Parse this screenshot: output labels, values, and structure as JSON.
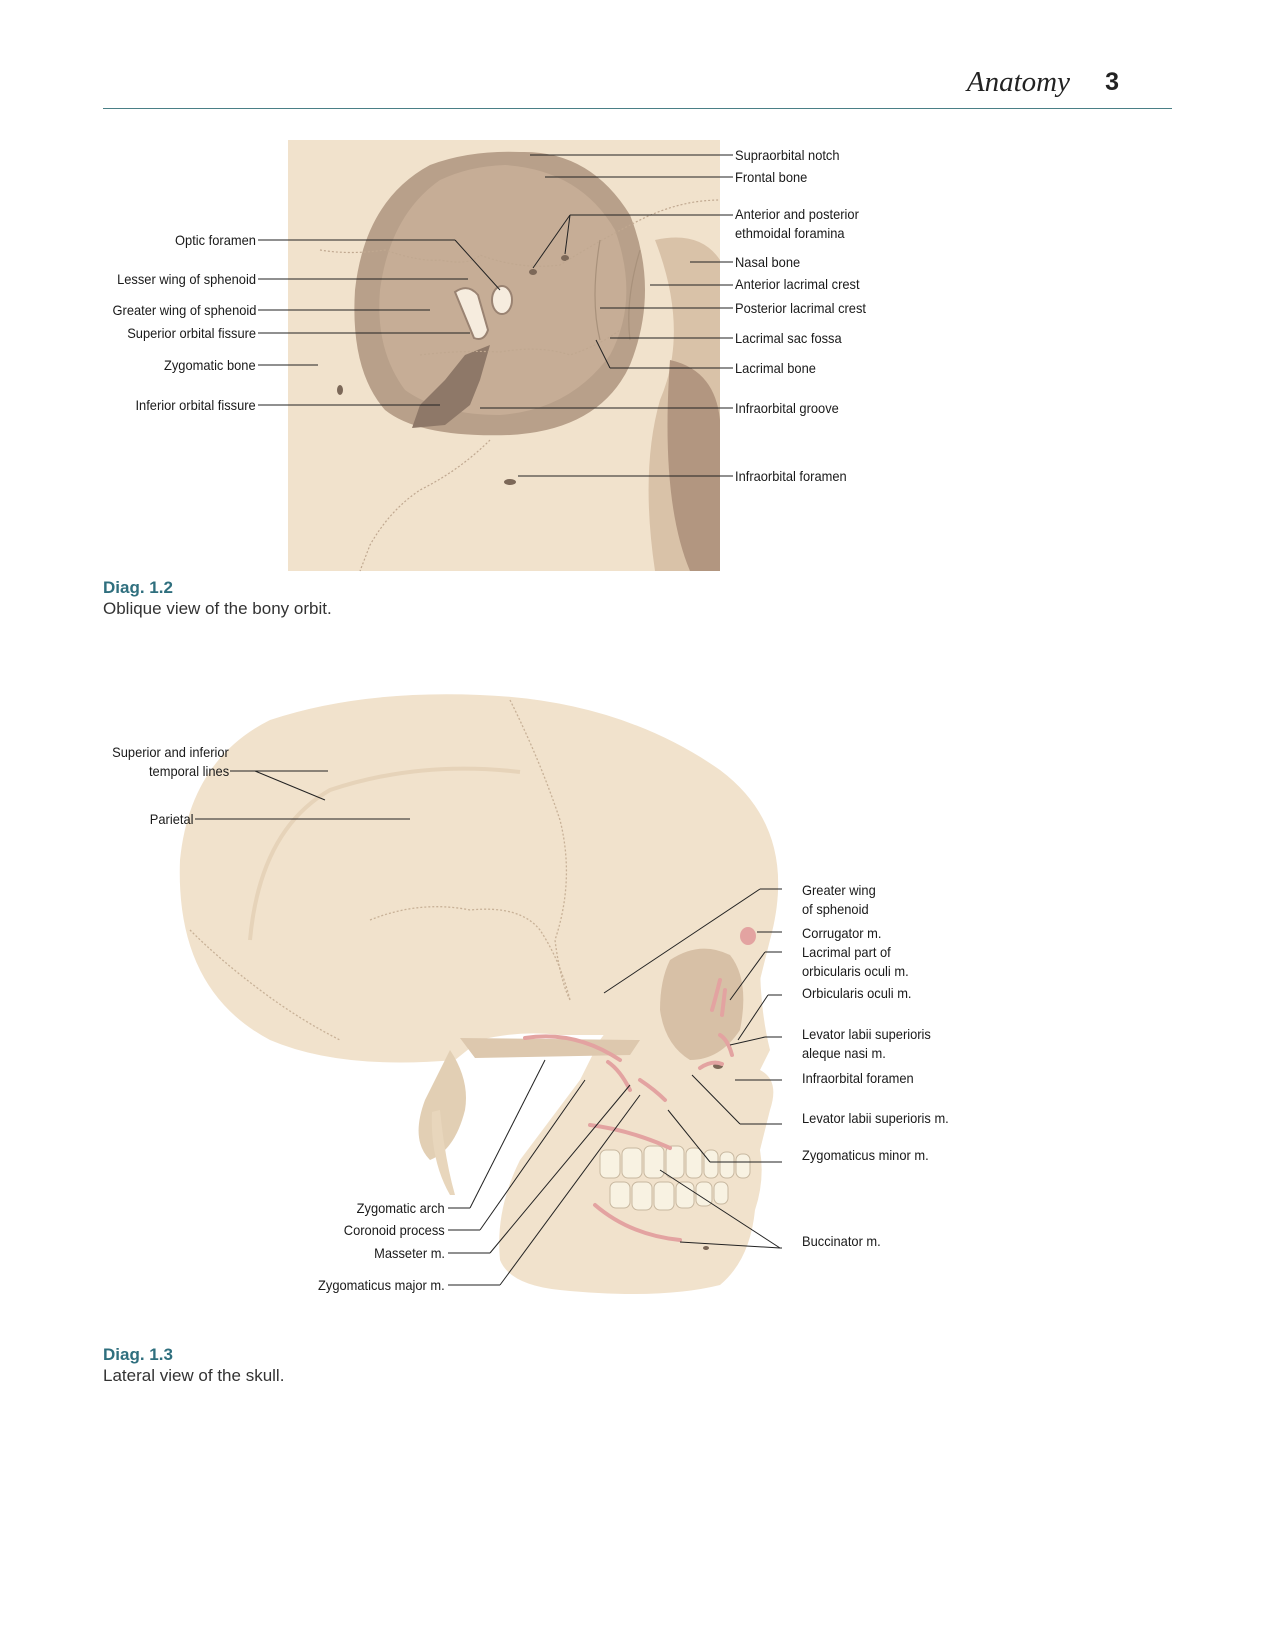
{
  "header": {
    "title": "Anatomy",
    "page_number": "3"
  },
  "diag_1_2": {
    "number": "Diag. 1.2",
    "caption": "Oblique view of the bony orbit.",
    "labels_left": {
      "optic_foramen": "Optic foramen",
      "lesser_wing": "Lesser wing of sphenoid",
      "greater_wing": "Greater wing of sphenoid",
      "superior_fissure": "Superior orbital fissure",
      "zygomatic_bone": "Zygomatic bone",
      "inferior_fissure": "Inferior orbital fissure"
    },
    "labels_right": {
      "supraorbital_notch": "Supraorbital notch",
      "frontal_bone": "Frontal bone",
      "ethmoidal_1": "Anterior and posterior",
      "ethmoidal_2": "ethmoidal foramina",
      "nasal_bone": "Nasal bone",
      "anterior_crest": "Anterior lacrimal crest",
      "posterior_crest": "Posterior lacrimal crest",
      "sac_fossa": "Lacrimal sac fossa",
      "lacrimal_bone": "Lacrimal bone",
      "infraorbital_groove": "Infraorbital groove",
      "infraorbital_foramen": "Infraorbital foramen"
    }
  },
  "diag_1_3": {
    "number": "Diag. 1.3",
    "caption": "Lateral view of the skull.",
    "labels_left": {
      "temporal_lines_1": "Superior and inferior",
      "temporal_lines_2": "temporal lines",
      "parietal": "Parietal",
      "zygomatic_arch": "Zygomatic arch",
      "coronoid": "Coronoid process",
      "masseter": "Masseter m.",
      "zygomaticus_major": "Zygomaticus major m."
    },
    "labels_right": {
      "greater_wing_1": "Greater wing",
      "greater_wing_2": "of sphenoid",
      "corrugator": "Corrugator m.",
      "lacrimal_part_1": "Lacrimal part of",
      "lacrimal_part_2": "orbicularis oculi m.",
      "orbicularis": "Orbicularis oculi m.",
      "levator_nasi_1": "Levator labii superioris",
      "levator_nasi_2": "aleque nasi m.",
      "infraorbital_foramen": "Infraorbital foramen",
      "levator_labii": "Levator labii superioris m.",
      "zygomaticus_minor": "Zygomaticus minor m.",
      "buccinator": "Buccinator m."
    }
  },
  "colors": {
    "accent": "#2f6f7e",
    "rule": "#4a7f86",
    "bone": "#f1e2cc",
    "orbit_shadow": "#b49a84",
    "muscle": "#e3a3a1"
  }
}
